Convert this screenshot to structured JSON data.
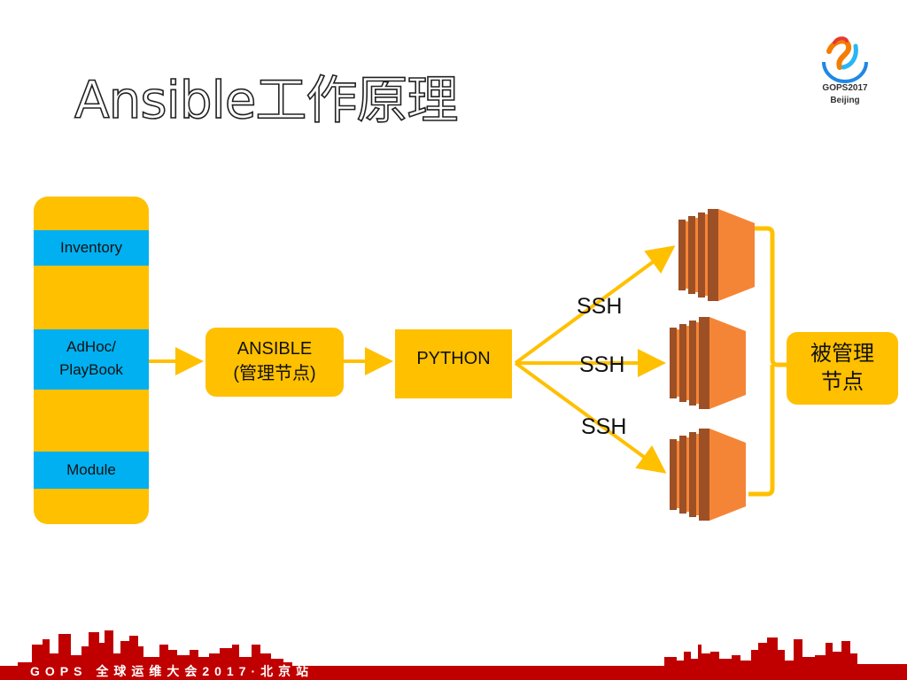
{
  "slide": {
    "title": "Ansible工作原理",
    "logo": {
      "line1": "GOPS2017",
      "line2": "Beijing"
    },
    "footer": "GOPS 全球运维大会2017·北京站"
  },
  "diagram": {
    "stack": {
      "items": [
        "Inventory",
        "AdHoc/",
        "PlayBook",
        "Module"
      ]
    },
    "ansible_node": {
      "line1": "ANSIBLE",
      "line2": "(管理节点)"
    },
    "python_node": {
      "label": "PYTHON"
    },
    "connections": [
      "SSH",
      "SSH",
      "SSH"
    ],
    "managed_node": {
      "line1": "被管理",
      "line2": "节点"
    },
    "colors": {
      "primary": "#FFC000",
      "accent_blue": "#00B0F0",
      "server_orange": "#F58536",
      "server_dark": "#9D5025",
      "footer_red": "#C00000"
    }
  }
}
